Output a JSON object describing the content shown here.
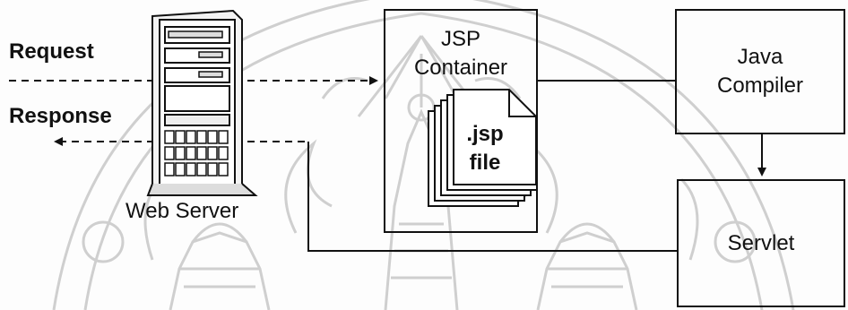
{
  "labels": {
    "request": "Request",
    "response": "Response",
    "web_server": "Web Server",
    "jsp_container_line1": "JSP",
    "jsp_container_line2": "Container",
    "jsp_file_line1": ".jsp",
    "jsp_file_line2": "file",
    "java_compiler_line1": "Java",
    "java_compiler_line2": "Compiler",
    "servlet": "Servlet"
  },
  "colors": {
    "ink": "#111111",
    "watermark": "#c9c9c9"
  },
  "icons": [
    "server-tower-icon",
    "document-stack-icon",
    "university-seal-watermark"
  ]
}
